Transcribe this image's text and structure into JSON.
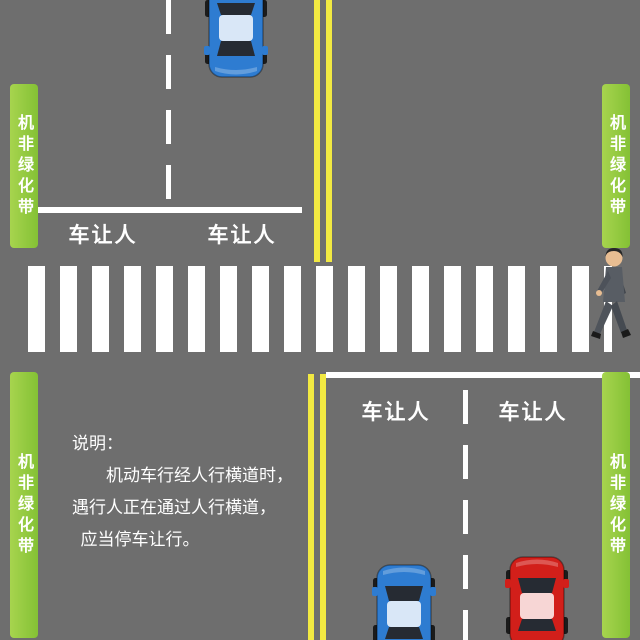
{
  "labels": {
    "green_belt": "机非绿化带",
    "yield": "车让人"
  },
  "explanation": {
    "heading": "说明：",
    "lines": [
      "机动车行经人行横道时，",
      "遇行人正在通过人行横道，",
      "应当停车让行。"
    ]
  },
  "icons": {
    "top_vehicle": "blue-car-icon",
    "bottom_left_vehicle": "blue-car-icon",
    "bottom_right_vehicle": "red-car-icon",
    "person": "pedestrian-icon"
  },
  "colors": {
    "road": "#6e6e6e",
    "belt_green": "#84c135",
    "belt_green_light": "#a7d44e",
    "lane_yellow": "#f2e942",
    "marking_white": "#ffffff",
    "text_white": "#ffffff",
    "car_blue": "#2e7cd1",
    "car_red": "#d21f1a",
    "glass_dark": "#262b33"
  }
}
